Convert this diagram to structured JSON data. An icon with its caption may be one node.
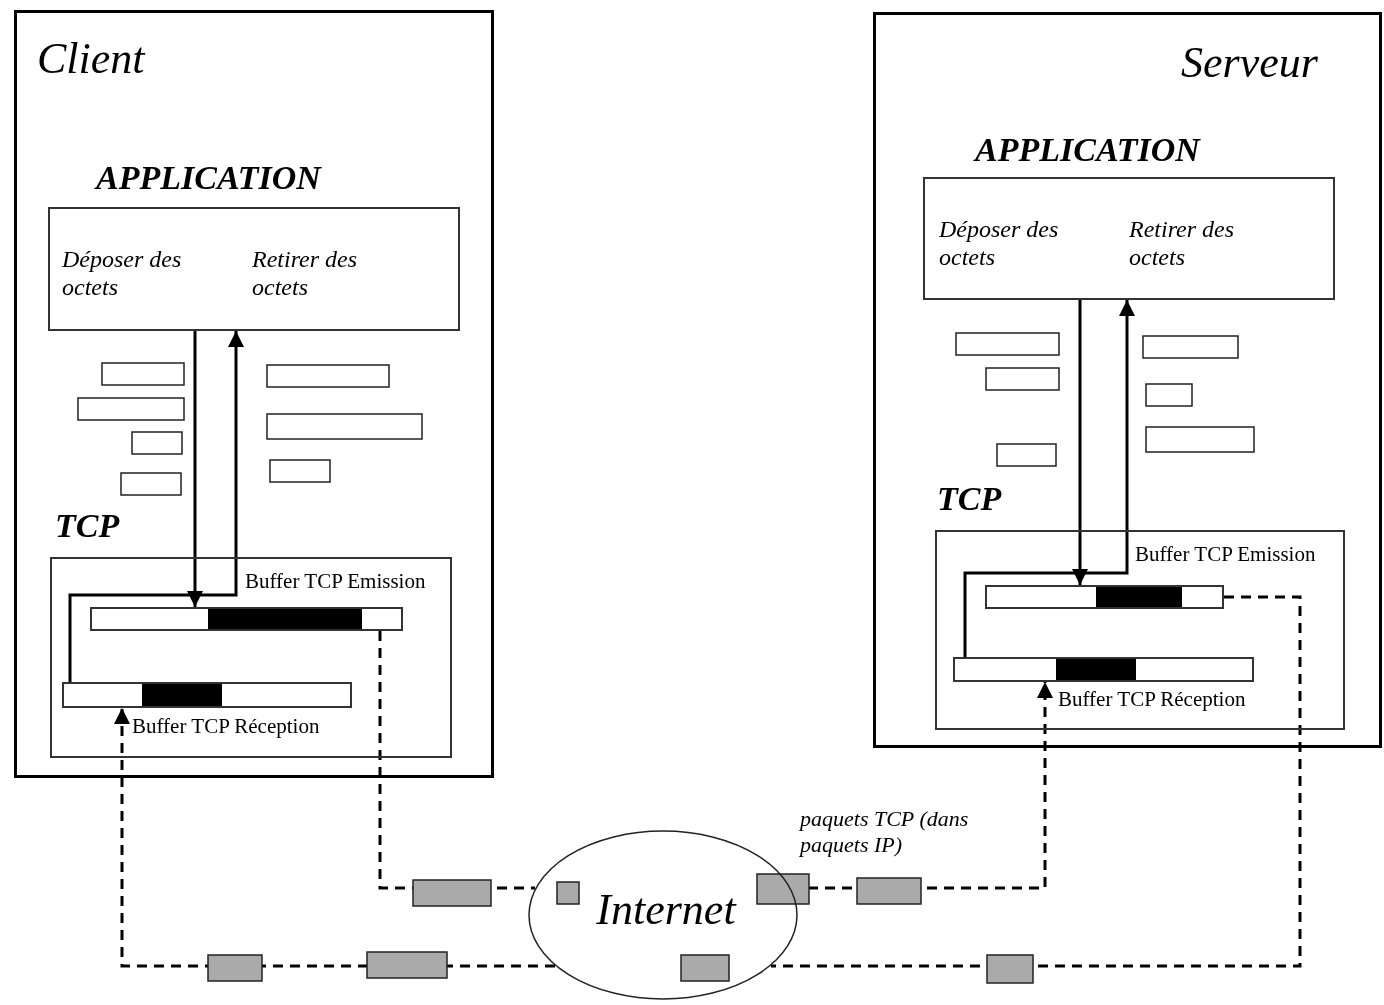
{
  "diagram": {
    "nodes": [
      {
        "text": [
          "Client"
        ]
      },
      {
        "text": [
          "APPLICATION",
          "Déposer des octets",
          "Retirer des octets"
        ],
        "in": 0
      },
      {
        "text": [
          "TCP",
          "Buffer TCP Emission",
          "Buffer TCP Réception"
        ],
        "in": 0
      },
      {
        "text": [],
        "shape": "bar",
        "in": 2
      },
      {
        "text": [],
        "shape": "bar",
        "in": 2
      },
      {
        "text": [
          "Serveur"
        ]
      },
      {
        "text": [
          "APPLICATION",
          "Déposer des octets",
          "Retirer des octets"
        ],
        "in": 5
      },
      {
        "text": [
          "TCP",
          "Buffer TCP Emission",
          "Buffer TCP Réception"
        ],
        "in": 5
      },
      {
        "text": [],
        "shape": "bar",
        "in": 7
      },
      {
        "text": [],
        "shape": "bar",
        "in": 7
      },
      {
        "text": [
          "Internet"
        ]
      }
    ],
    "edges": [
      {
        "from": 1,
        "to": 3,
        "arrow": "to"
      },
      {
        "from": 4,
        "to": 1,
        "arrow": "to"
      },
      {
        "from": 3,
        "to": 10,
        "arrow": "none",
        "style": "dashed"
      },
      {
        "from": 10,
        "to": 9,
        "arrow": "to",
        "style": "dashed",
        "label": "paquets TCP (dans paquets IP)"
      },
      {
        "from": 8,
        "to": 10,
        "arrow": "none",
        "style": "dashed"
      },
      {
        "from": 10,
        "to": 4,
        "arrow": "to",
        "style": "dashed"
      },
      {
        "from": 6,
        "to": 8,
        "arrow": "to"
      },
      {
        "from": 9,
        "to": 6,
        "arrow": "to"
      }
    ]
  }
}
